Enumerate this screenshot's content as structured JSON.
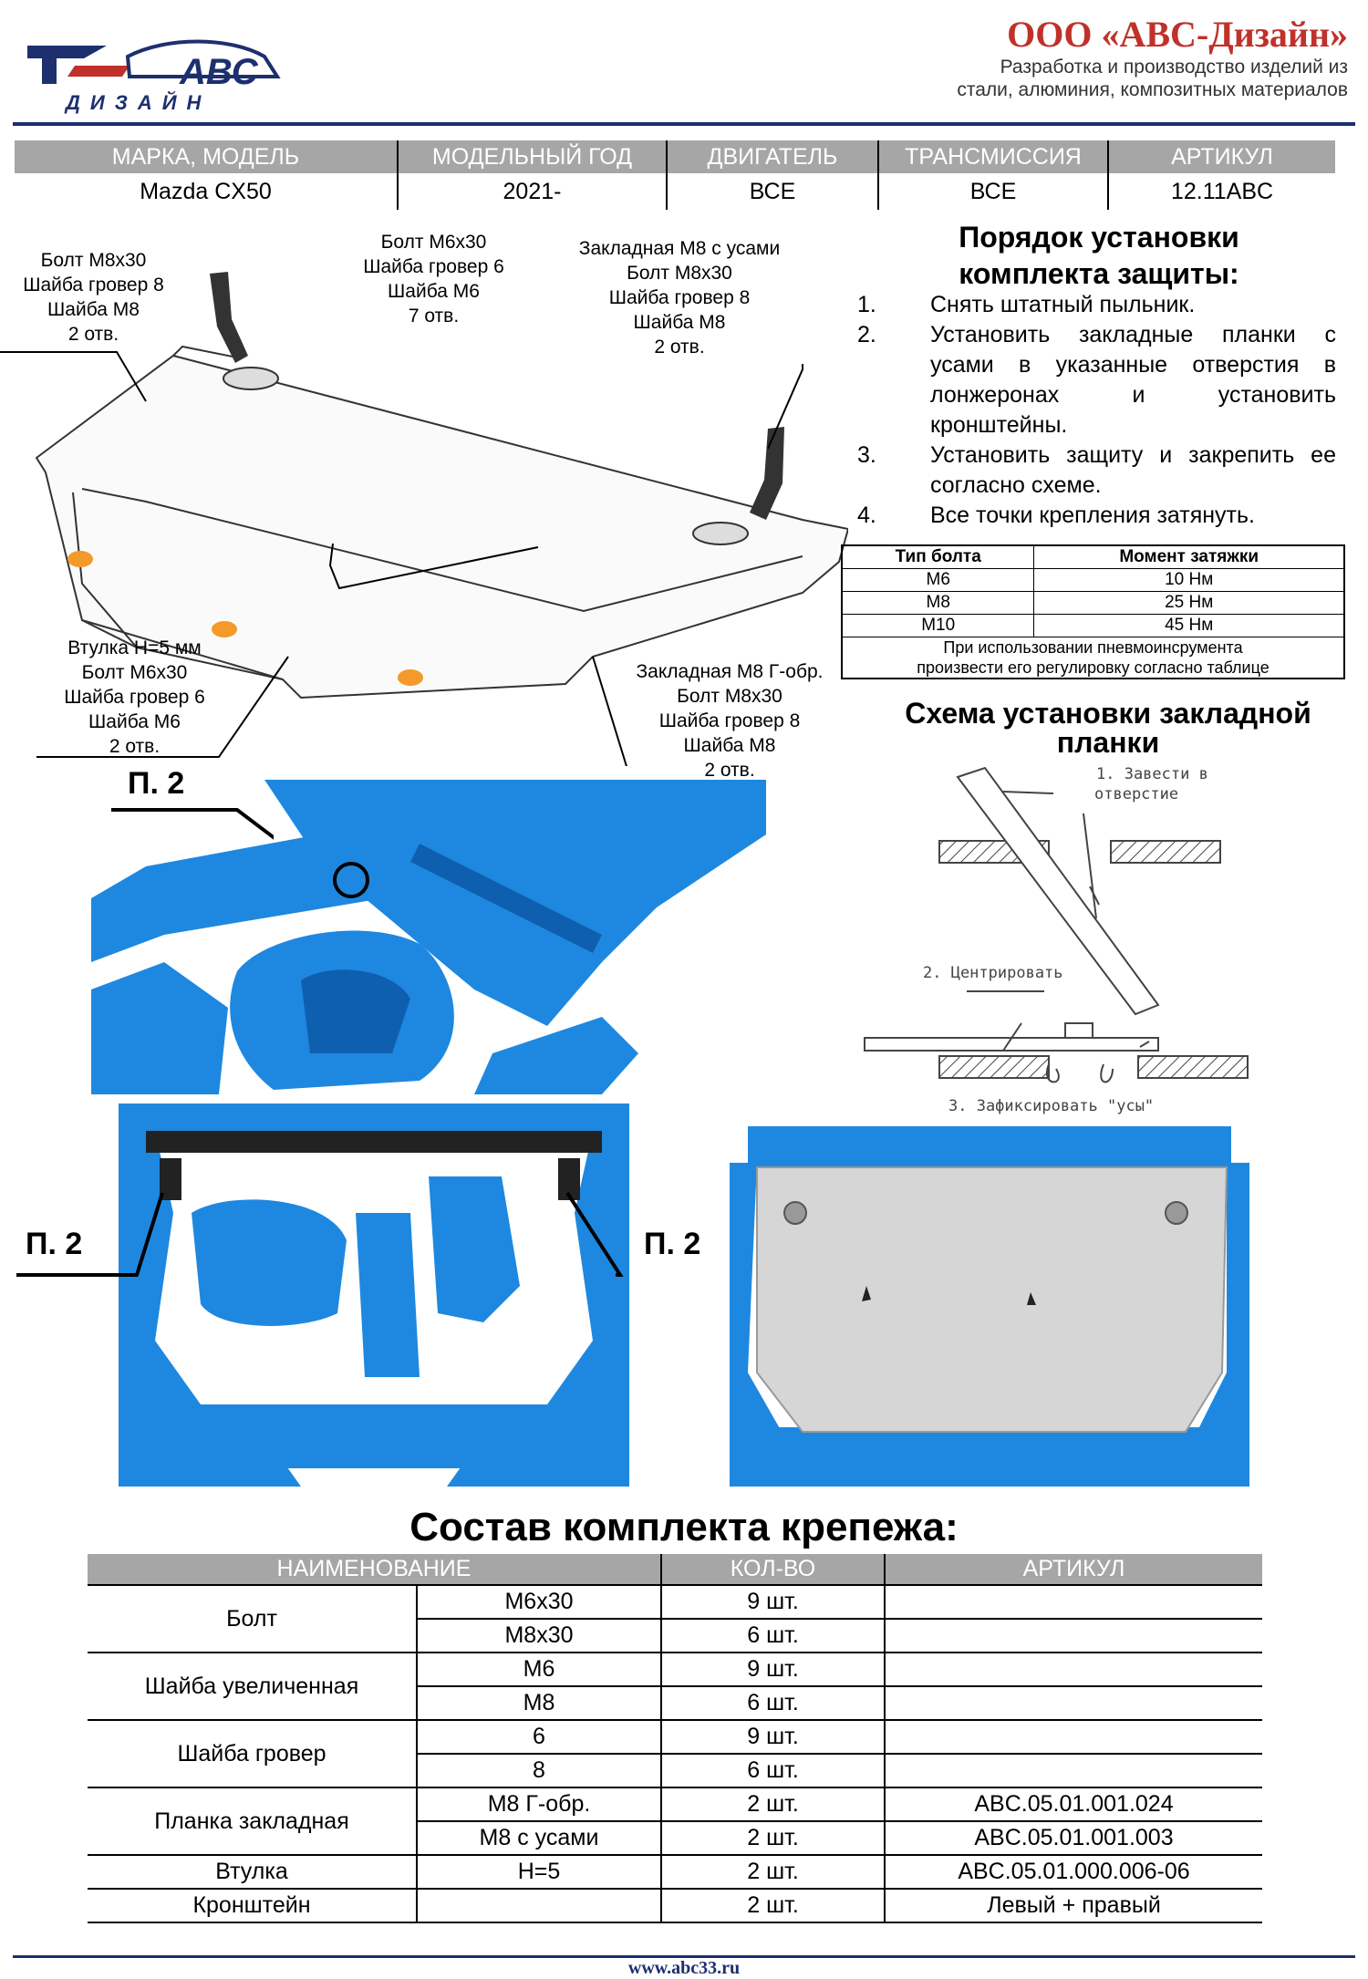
{
  "header": {
    "logo_text": "АВС",
    "logo_sub": "ДИЗАЙН",
    "company_name": "ООО «АВС-Дизайн»",
    "company_sub1": "Разработка и производство изделий из",
    "company_sub2": "стали, алюминия, композитных материалов"
  },
  "vehicle": {
    "headers": [
      "МАРКА, МОДЕЛЬ",
      "МОДЕЛЬНЫЙ ГОД",
      "ДВИГАТЕЛЬ",
      "ТРАНСМИССИЯ",
      "АРТИКУЛ"
    ],
    "values": [
      "Mazda CX50",
      "2021-",
      "ВСЕ",
      "ВСЕ",
      "12.11ABC"
    ]
  },
  "callouts": {
    "top_left": [
      "Болт М8х30",
      "Шайба гровер 8",
      "Шайба М8",
      "2 отв."
    ],
    "top_mid": [
      "Болт М6х30",
      "Шайба гровер 6",
      "Шайба М6",
      "7 отв."
    ],
    "top_right": [
      "Закладная М8 с усами",
      "Болт М8х30",
      "Шайба гровер 8",
      "Шайба М8",
      "2 отв."
    ],
    "bottom_left": [
      "Втулка Н=5 мм",
      "Болт М6х30",
      "Шайба гровер 6",
      "Шайба М6",
      "2 отв."
    ],
    "bottom_right": [
      "Закладная М8 Г-обр.",
      "Болт М8х30",
      "Шайба гровер 8",
      "Шайба М8",
      "2 отв."
    ]
  },
  "install_order": {
    "title_line1": "Порядок установки",
    "title_line2": "комплекта защиты:",
    "steps": [
      {
        "n": "1.",
        "text": "Снять штатный пыльник."
      },
      {
        "n": "2.",
        "text": "Установить закладные планки с усами в указанные отверстия в лонжеронах и установить кронштейны."
      },
      {
        "n": "3.",
        "text": "Установить защиту и закрепить ее согласно схеме."
      },
      {
        "n": "4.",
        "text": "Все точки крепления затянуть."
      }
    ]
  },
  "torque": {
    "headers": [
      "Тип болта",
      "Момент затяжки"
    ],
    "rows": [
      [
        "М6",
        "10 Нм"
      ],
      [
        "М8",
        "25 Нм"
      ],
      [
        "М10",
        "45 Нм"
      ]
    ],
    "note_line1": "При использовании пневмоинсрумента",
    "note_line2": "произвести его регулировку согласно таблице"
  },
  "scheme": {
    "title_line1": "Схема установки закладной",
    "title_line2": "планки",
    "step1_line1": "1. Завести в",
    "step1_line2": "отверстие",
    "step2": "2. Центрировать",
    "step3": "3. Зафиксировать \"усы\""
  },
  "photo_labels": {
    "p2": "П. 2"
  },
  "kit": {
    "title": "Состав комплекта крепежа:",
    "headers": [
      "НАИМЕНОВАНИЕ",
      "КОЛ-ВО",
      "АРТИКУЛ"
    ],
    "groups": [
      {
        "name": "Болт",
        "rows": [
          [
            "М6х30",
            "9 шт.",
            ""
          ],
          [
            "М8х30",
            "6 шт.",
            ""
          ]
        ]
      },
      {
        "name": "Шайба увеличенная",
        "rows": [
          [
            "М6",
            "9 шт.",
            ""
          ],
          [
            "М8",
            "6 шт.",
            ""
          ]
        ]
      },
      {
        "name": "Шайба гровер",
        "rows": [
          [
            "6",
            "9 шт.",
            ""
          ],
          [
            "8",
            "6 шт.",
            ""
          ]
        ]
      },
      {
        "name": "Планка закладная",
        "rows": [
          [
            "М8 Г-обр.",
            "2 шт.",
            "ABC.05.01.001.024"
          ],
          [
            "М8 с усами",
            "2 шт.",
            "ABC.05.01.001.003"
          ]
        ]
      },
      {
        "name": "Втулка",
        "rows": [
          [
            "Н=5",
            "2 шт.",
            "ABC.05.01.000.006-06"
          ]
        ]
      },
      {
        "name": "Кронштейн",
        "rows": [
          [
            "",
            "2 шт.",
            "Левый + правый"
          ]
        ]
      }
    ]
  },
  "footer": {
    "url": "www.abc33.ru"
  },
  "colors": {
    "brand_blue": "#1d2f6e",
    "brand_red": "#c0312b",
    "chassis_blue": "#1e88e0",
    "table_gray": "#a6a6a6",
    "bushing_orange": "#f39a2b"
  }
}
